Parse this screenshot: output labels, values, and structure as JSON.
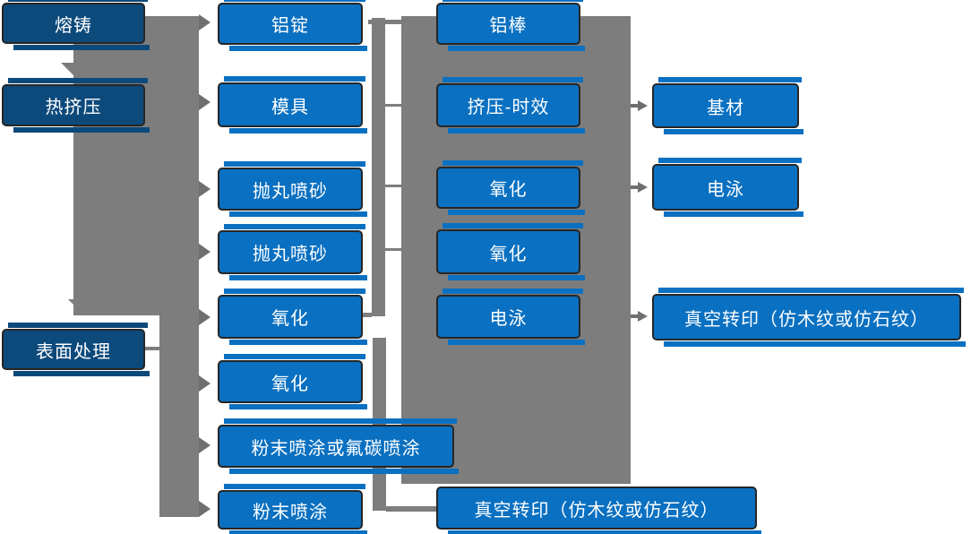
{
  "diagram": {
    "type": "flowchart",
    "nodes": {
      "col1": [
        "熔铸",
        "热挤压",
        "表面处理"
      ],
      "col2": [
        "铝锭",
        "模具",
        "抛丸喷砂",
        "抛丸喷砂",
        "氧化",
        "氧化",
        "粉末喷涂或氟碳喷涂",
        "粉末喷涂"
      ],
      "col3": [
        "铝棒",
        "挤压-时效",
        "氧化",
        "氧化",
        "电泳",
        "真空转印（仿木纹或仿石纹）"
      ],
      "col4": [
        "基材",
        "电泳",
        "真空转印（仿木纹或仿石纹）"
      ]
    },
    "edges": [
      {
        "from": "熔铸",
        "to": "热挤压"
      },
      {
        "from": "热挤压",
        "to": "表面处理"
      },
      {
        "from": "熔铸",
        "to": "铝锭"
      },
      {
        "from": "热挤压",
        "to": "模具"
      },
      {
        "from": "热挤压",
        "to": "抛丸喷砂"
      },
      {
        "from": "热挤压",
        "to": "抛丸喷砂"
      },
      {
        "from": "热挤压",
        "to": "氧化"
      },
      {
        "from": "表面处理",
        "to": "氧化"
      },
      {
        "from": "表面处理",
        "to": "粉末喷涂或氟碳喷涂"
      },
      {
        "from": "表面处理",
        "to": "粉末喷涂"
      },
      {
        "from": "挤压-时效",
        "to": "基材"
      },
      {
        "from": "氧化",
        "to": "电泳"
      },
      {
        "from": "电泳",
        "to": "真空转印（仿木纹或仿石纹）"
      },
      {
        "from": "粉末喷涂",
        "to": "真空转印（仿木纹或仿石纹）"
      }
    ],
    "colors": {
      "box_blue": "#0a70c1",
      "box_dark_blue": "#0d4a7c",
      "box_border": "#262626",
      "connector_gray": "#7d7d7d",
      "arrow_gray": "#6f6f6f",
      "text": "#ffffff",
      "background": "#ffffff"
    }
  }
}
